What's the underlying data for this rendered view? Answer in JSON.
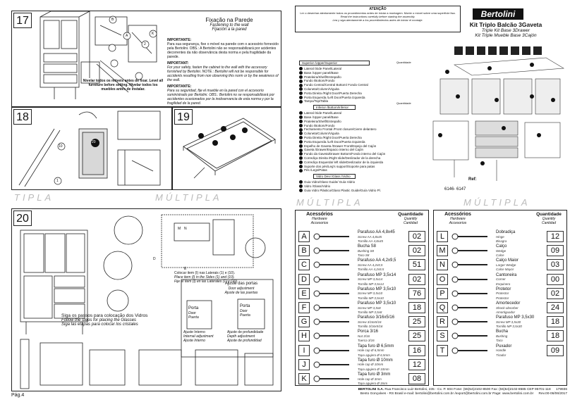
{
  "left_page": {
    "steps": {
      "s17": "17",
      "s18": "18",
      "s19": "19",
      "s20": "20"
    },
    "wall_fix": {
      "title_pt": "Fixação na Parede",
      "title_en": "Fastening to the wall",
      "title_es": "Fijación a la pared"
    },
    "important_pt_head": "IMPORTANTE:",
    "important_pt": "Para sua segurança, fixe o móvel na parede com o acessório fornecido pela Bertolini. OBS.: A Bertolini não se responsabilizará por acidentes decorrentes da não observância desta norma e pela fragilidade da parede.",
    "important_en_head": "IMPORTANT:",
    "important_en": "For your safety, fasten the cabinet to the wall with the accessory furnished by Bertolini. NOTE.: Bertolini will not be responsible for accidents resulting from non observing this norm or by the weakness of the wall.",
    "important_es_head": "IMPORTANTE:",
    "important_es": "Para su seguridad, fije el mueble en la pared con el accesorio suministrado por Bertolini. OBS.: Bertolini no se responsabilizará por accidentes ocasionados por la inobservancia de esta norma y por la fragilidad de la pared.",
    "level_note": "Nivelar todos os móveis antes de fixar. Level all furniture before setting. Nivelar todos los muebles antes de instalar.",
    "watermark": "TIPLA",
    "watermark2": "MÚLTIPLA",
    "callouts": {
      "a": "A",
      "b": "B",
      "k": "K",
      "e": "E",
      "m": "M",
      "n": "N",
      "d": "D",
      "two": "2",
      "twenty": "20",
      "ten": "10",
      "one": "1"
    },
    "adjust_door": {
      "pt": "Ajuste das portas",
      "en": "Door adjustment",
      "es": "Ajuste de las puertas",
      "door1_pt": "Porta",
      "door1_en": "Door",
      "door1_es": "Puerta",
      "internal_pt": "Ajuste Interno",
      "internal_en": "Internal adjustment",
      "internal_es": "Ajuste Interno",
      "depth_pt": "Ajuste de profundidade",
      "depth_en": "Depth adjustment",
      "depth_es": "Ajuste de profundidad"
    },
    "fit_note": {
      "pt": "Colocar item (I) nas Laterais (1) e (10).",
      "en": "Place item (I) in the Sides (1) and (10).",
      "es": "Fije el ítem (I) en las Laterales (1) y (10)."
    },
    "glass_note": {
      "pt": "Siga os passos para colocação dos Vidros",
      "en": "Follow the steps for placing the Glasses",
      "es": "Siga las etapas para colocar los cristales"
    },
    "page_label": "Pág.4"
  },
  "right_page": {
    "attention": {
      "title": "ATENÇÃO",
      "pt": "Ler o desenhar atentamente todos os procedimentos antes de iniciar a montagem. Monte o móvel sobre uma superfície lisa.",
      "en": "Read the instructions carefully before starting the assembly.",
      "es": "Lea y siga atentamente a los procedimientos antes de iniciar el montaje."
    },
    "brand": "Bertolini",
    "product": {
      "title": "Kit Triplo Balcão 3Gaveta",
      "en": "Triple Kit Base 3Drawer",
      "es": "Kit Triple Mueble Base 3Cajón"
    },
    "superior_label": "Superior /Upper/Superior",
    "inferior_label": "Inferior /Bottom/Inferior",
    "glass_label": "Vidro Devi /Glass /Vidrio",
    "qty_label": "Quantidade",
    "parts_upper": [
      "Lateral /Side Panel/Lateral",
      "Base /Upper panel/Base",
      "Prateleira/Shelf/Entrepaño",
      "Fundo /Bottom/Fondo",
      "Fundo Central/Central Bottom/ Fondo Central",
      "Coluneta/Column/Viguita",
      "Porta Direita /Right Door/Puerta Derecha",
      "Porta Esquerda /Left Door/Puerta Izquierda",
      "Tampo/Top/Tabla"
    ],
    "parts_lower": [
      "Lateral /Side Panel/Lateral",
      "Base /Upper panel/Base",
      "Prateleira/Shelf/Entrepaño",
      "Fundo /Bottom/Fondo",
      "Fechamento Frontal /Front closure/Cierre delantero",
      "Coluneta/Column/Viguita",
      "Porta Direita /Right Door/Puerta Derecha",
      "Porta Esquerda /Left Door/Puerta Izquierda",
      "Espelho de Gaveta /Drawer Front/Espejo del Cajón",
      "Gaveta /Drawer/Espacio interno del Cajón",
      "Fundo da Gaveta/Drawer Bottom/Fondo interno del Cajón",
      "Corrediça Direita /Right slide/Deslizador de la derecha",
      "Corrediça Esquerda/ left slide/Deslizador de la izquierda",
      "Suporte dos pés/Leg's support/Soporte para patas",
      "Pés /Legs/Patas"
    ],
    "parts_glass": [
      "Guia Vidro/Glass Guide/ Guía Vidrio",
      "Vidro /Glass/Vidrio",
      "Guia Vidro Plástico/Glass Plastic Guide/Guía Vidrio Pl."
    ],
    "ref": {
      "label": "Ref:",
      "value": "6146- 6147"
    },
    "hardware": {
      "header_pt": "Acessórios",
      "header_en": "Hardware",
      "header_es": "Accesorios",
      "qty_pt": "Quantidade",
      "qty_en": "Quantity",
      "qty_es": "Cantidad",
      "left": [
        {
          "letter": "A",
          "name": "Parafuso AA 4,8x45",
          "sub1": "Screw AA 4,8x45",
          "sub2": "Tornillo AA 4,8x45",
          "qty": "02"
        },
        {
          "letter": "B",
          "name": "Bucha S8",
          "sub1": "Bushing S8",
          "sub2": "Taco S8",
          "qty": "02"
        },
        {
          "letter": "C",
          "name": "Parafuso AA 4,2x9,5",
          "sub1": "Screw AA 4,2x9,5",
          "sub2": "Tornillo AA 4,2x9,5",
          "qty": "51"
        },
        {
          "letter": "D",
          "name": "Parafuso MP 3,5x14",
          "sub1": "Screw MP 3,5x14",
          "sub2": "Tornillo MP 3,5x14",
          "qty": "02"
        },
        {
          "letter": "E",
          "name": "Parafuso MP 3,5x10",
          "sub1": "Screw MP 3,5x10",
          "sub2": "Tornillo MP 3,5x10",
          "qty": "76"
        },
        {
          "letter": "F",
          "name": "Parafuso MP 3,5x10",
          "sub1": "Screw MP 3,5x8",
          "sub2": "Tornillo MP 3,5x8",
          "qty": "18"
        },
        {
          "letter": "G",
          "name": "Parafuso 3/16x5/16",
          "sub1": "Screw 3/16x5/16",
          "sub2": "Tornillo 3/16x5/16",
          "qty": "25"
        },
        {
          "letter": "H",
          "name": "Porca 3/16",
          "sub1": "Nut 3/16",
          "sub2": "Tuerca 3/16",
          "qty": "25"
        },
        {
          "letter": "I",
          "name": "Tapa furo Ø 6,5mm",
          "sub1": "Hole cap Ø 6,5mm",
          "sub2": "Tapa agujero Ø 6,5mm",
          "qty": "16"
        },
        {
          "letter": "J",
          "name": "Tapa furo Ø 10mm",
          "sub1": "Hole cap Ø 10mm",
          "sub2": "Tapa agujero Ø 10mm",
          "qty": "12"
        },
        {
          "letter": "K",
          "name": "Tapa furo Ø 3mm",
          "sub1": "Hole cap Ø 3mm",
          "sub2": "Tapa agujero Ø 3mm",
          "qty": "08"
        }
      ],
      "right": [
        {
          "letter": "L",
          "name": "Dobradiça",
          "sub1": "Hinge",
          "sub2": "Bisagra",
          "qty": "12"
        },
        {
          "letter": "M",
          "name": "Calço",
          "sub1": "Wedge",
          "sub2": "Calce",
          "qty": "09"
        },
        {
          "letter": "N",
          "name": "Calço Maior",
          "sub1": "Larger Wedge",
          "sub2": "Calce Mayor",
          "qty": "03"
        },
        {
          "letter": "O",
          "name": "Cantoneira",
          "sub1": "Corner",
          "sub2": "Esquinero",
          "qty": "00"
        },
        {
          "letter": "P",
          "name": "Protetor",
          "sub1": "Protector",
          "sub2": "Protector",
          "qty": "02"
        },
        {
          "letter": "Q",
          "name": "Amortecedor",
          "sub1": "Shock-absorber",
          "sub2": "Amortiguador",
          "qty": "24"
        },
        {
          "letter": "R",
          "name": "Parafuso MP 3,5x30",
          "sub1": "Screw MP 3,5x30",
          "sub2": "Tornillo MP 3,5x30",
          "qty": "18"
        },
        {
          "letter": "S",
          "name": "Bucha",
          "sub1": "Bushing",
          "sub2": "Taco",
          "qty": "18"
        },
        {
          "letter": "T",
          "name": "Puxador",
          "sub1": "Handle",
          "sub2": "Tirador",
          "qty": "09"
        }
      ]
    },
    "footer": {
      "company": "BERTOLINI S.A.",
      "address": "Rua Francisco Luiz Bertolini, 235 - Cx. P. 604",
      "phone": "Fone: (55)54)2102-8500",
      "fax": "Fax: (55)54)2102-8585",
      "cep": "CEP 95701-118",
      "city": "Bento Gonçalves - RS Brasil",
      "email": "e-mail: bertolini@bertolini.com.br /export@bertolini.com.br",
      "site": "Page: www.bertolini.com.br",
      "code": "179936",
      "rev": "Rev.00-06/06/2017"
    }
  }
}
